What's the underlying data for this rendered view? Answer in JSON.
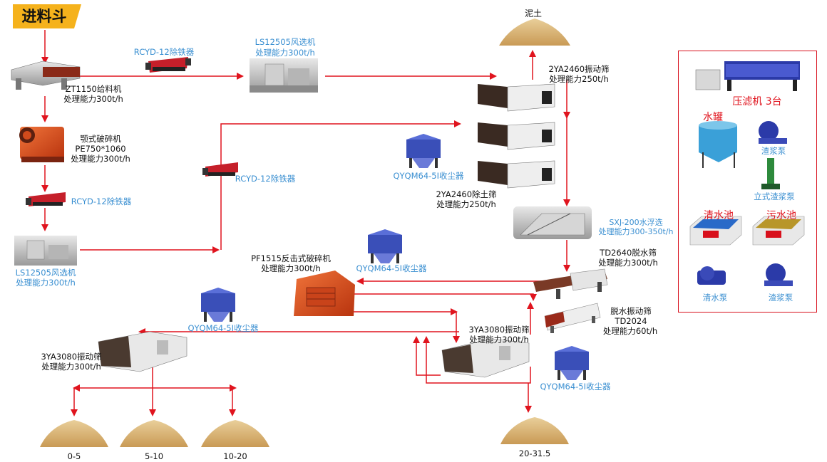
{
  "title": "进料斗",
  "colors": {
    "arrow": "#e0141e",
    "badge": "#f5b21c",
    "label_blue": "#3a8fd1",
    "legend_red": "#e0141e",
    "sand": "#d9b478",
    "crusher": "#e8541e"
  },
  "labels": {
    "mud": "泥土",
    "rcyd_top": "RCYD-12除铁器",
    "ls_top_1": "LS12505风选机",
    "ls_top_2": "处理能力300t/h",
    "zt_1": "ZT1150给料机",
    "zt_2": "处理能力300t/h",
    "jaw_1": "颚式破碎机",
    "jaw_2": "PE750*1060",
    "jaw_3": "处理能力300t/h",
    "rcyd_left": "RCYD-12除铁器",
    "rcyd_mid": "RCYD-12除铁器",
    "ls_left_1": "LS12505风选机",
    "ls_left_2": "处理能力300t/h",
    "vib2460_1": "2YA2460振动筛",
    "vib2460_2": "处理能力250t/h",
    "dedust_1": "2YA2460除土筛",
    "dedust_2": "处理能力250t/h",
    "qyqm_a": "QYQM64-5I收尘器",
    "qyqm_b": "QYQM64-5I收尘器",
    "qyqm_c": "QYQM64-5I收尘器",
    "qyqm_d": "QYQM64-5I收尘器",
    "sxj_1": "SXJ-200水浮选",
    "sxj_2": "处理能力300-350t/h",
    "td2640_1": "TD2640脱水筛",
    "td2640_2": "处理能力300t/h",
    "pf_1": "PF1515反击式破碎机",
    "pf_2": "处理能力300t/h",
    "td2024_1": "脱水振动筛",
    "td2024_2": "TD2024",
    "td2024_3": "处理能力60t/h",
    "vib3080_mid_1": "3YA3080振动筛",
    "vib3080_mid_2": "处理能力300t/h",
    "vib3080_left_1": "3YA3080振动筛",
    "vib3080_left_2": "处理能力300t/h",
    "pile_1": "0-5",
    "pile_2": "5-10",
    "pile_3": "10-20",
    "pile_4": "20-31.5"
  },
  "legend": {
    "filter_press": "压滤机  3台",
    "water_tank": "水罐",
    "slurry_pump_1": "渣浆泵",
    "vertical_pump": "立式渣浆泵",
    "clear_pool": "清水池",
    "dirty_pool": "污水池",
    "clear_pump": "清水泵",
    "slurry_pump_2": "渣浆泵"
  }
}
